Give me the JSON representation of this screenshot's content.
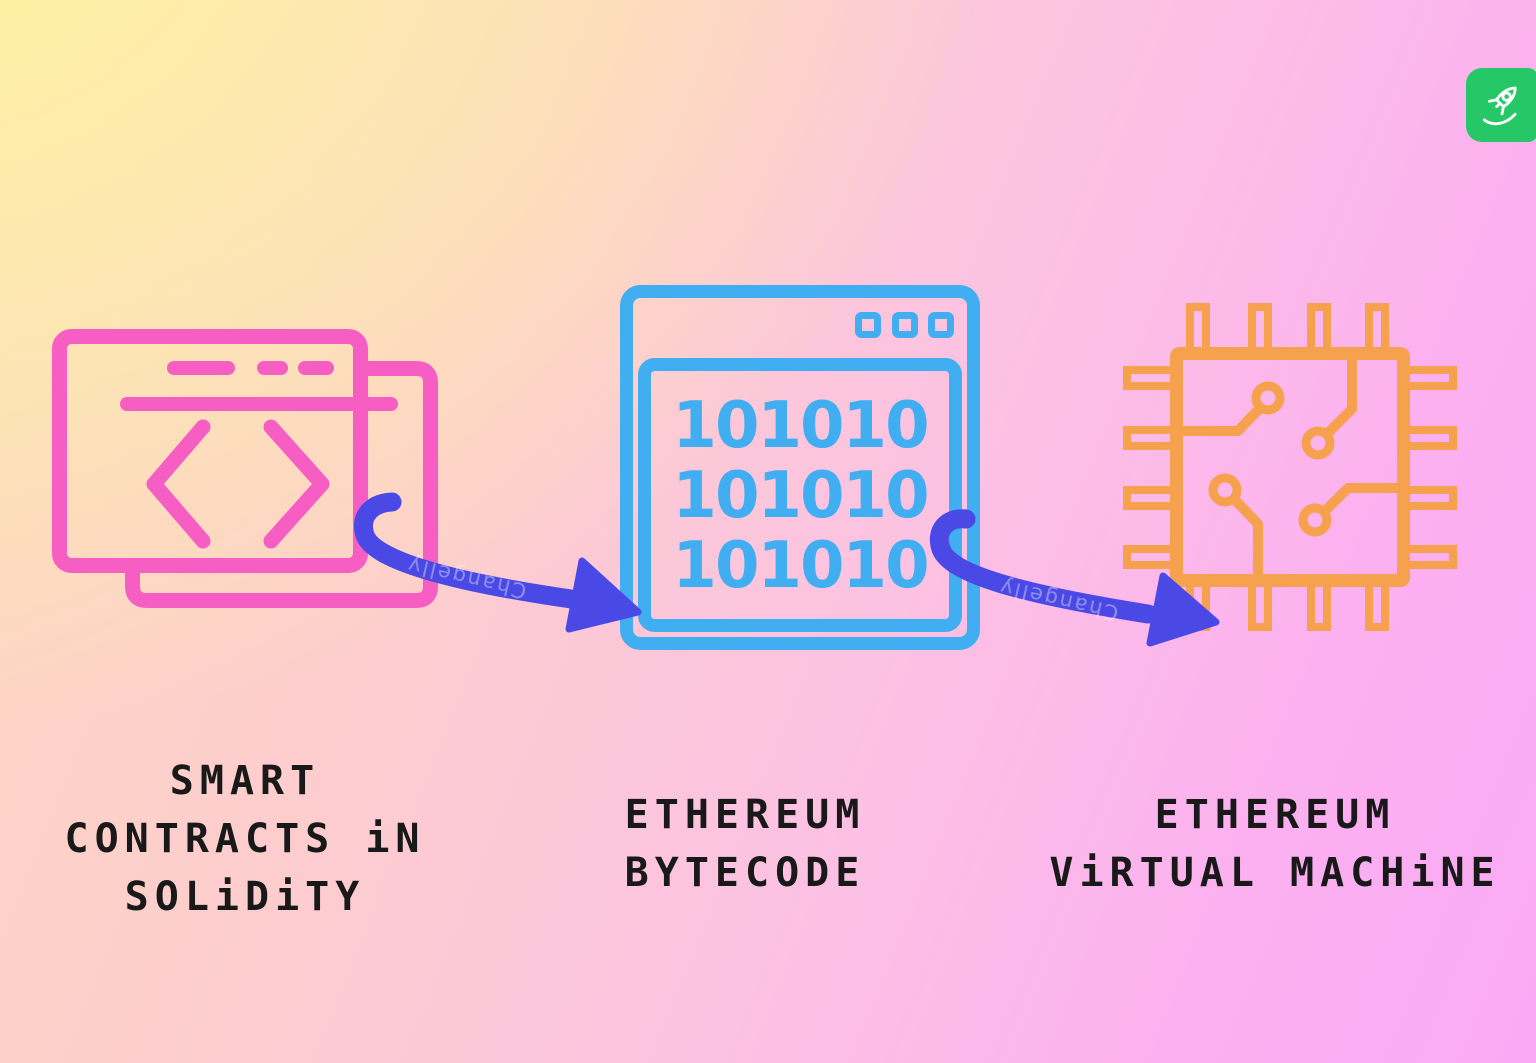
{
  "palette": {
    "background_yellow": "#FDF49F",
    "background_peach": "#FDD8C0",
    "background_pink": "#FAAAF5",
    "solidity_pink": "#F75EC3",
    "bytecode_blue": "#41AEF2",
    "evm_orange": "#F6A14D",
    "arrow_blue": "#4A49E6",
    "label_color": "#191919",
    "logo_green": "#25C766",
    "logo_glyph_white": "#FFFFFF"
  },
  "watermark": {
    "text": "Changelly"
  },
  "logo": {
    "icon": "rocket-icon"
  },
  "nodes": [
    {
      "id": "solidity-smart-contracts",
      "icon": "code-window-icon",
      "label_lines": [
        "SMART",
        "CONTRACTS iN",
        "SOLiDiTY"
      ]
    },
    {
      "id": "ethereum-bytecode",
      "icon": "binary-code-window-icon",
      "label_lines": [
        "ETHEREUM",
        "BYTECODE"
      ],
      "binary_lines": [
        "101010",
        "101010",
        "101010"
      ]
    },
    {
      "id": "ethereum-virtual-machine",
      "icon": "cpu-chip-icon",
      "label_lines": [
        "ETHEREUM",
        "ViRTUAL MACHiNE"
      ]
    }
  ],
  "arrows": [
    {
      "from": "solidity-smart-contracts",
      "to": "ethereum-bytecode"
    },
    {
      "from": "ethereum-bytecode",
      "to": "ethereum-virtual-machine"
    }
  ]
}
